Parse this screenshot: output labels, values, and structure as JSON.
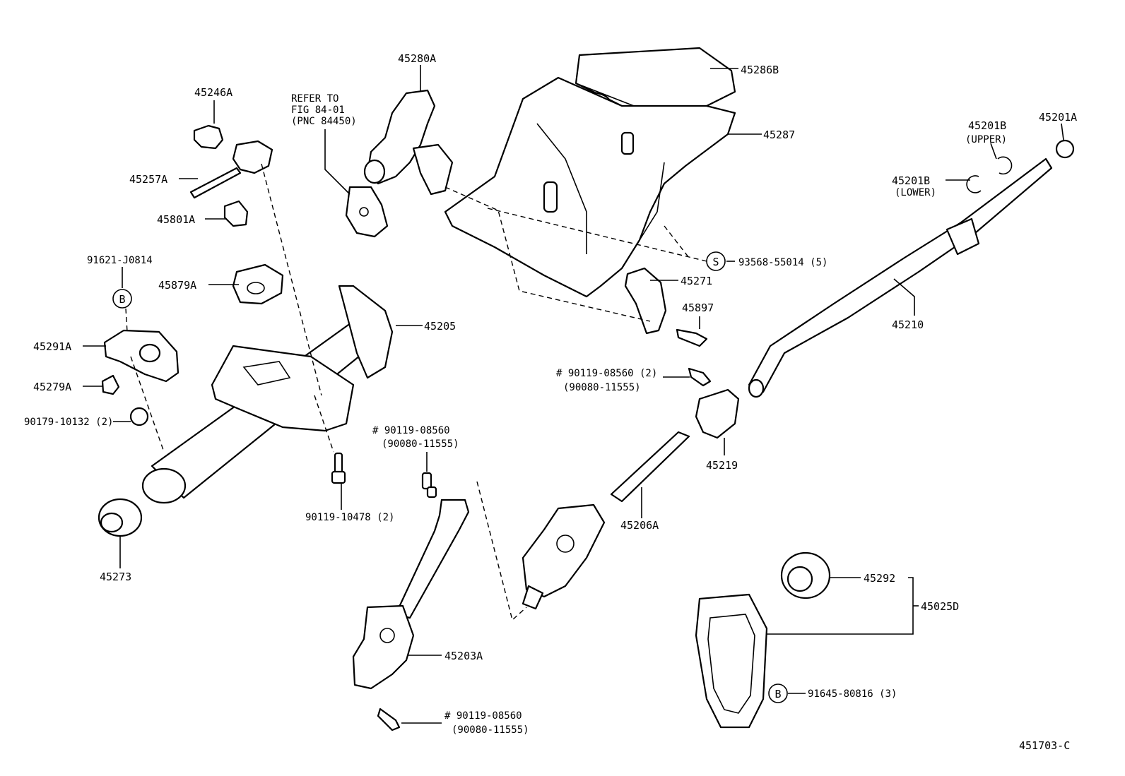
{
  "marks": {
    "s": "S",
    "b": "B"
  },
  "labels": {
    "l45280A": "45280A",
    "l45286B": "45286B",
    "l45246A": "45246A",
    "refer_1": "REFER TO",
    "refer_2": "FIG 84-01",
    "refer_3": "(PNC 84450)",
    "l45201B_upper": "45201B",
    "upper": "(UPPER)",
    "l45201A": "45201A",
    "l45287": "45287",
    "l45257A": "45257A",
    "l45201B_lower": "45201B",
    "lower": "(LOWER)",
    "l45801A": "45801A",
    "l91621": "91621-J0814",
    "l93568": "93568-55014 (5)",
    "l45271": "45271",
    "l45879A": "45879A",
    "l45897": "45897",
    "l45205": "45205",
    "l45210": "45210",
    "l45291A": "45291A",
    "bolt_right_1": "# 90119-08560 (2)",
    "bolt_right_2": "(90080-11555)",
    "l45279A": "45279A",
    "l90179": "90179-10132 (2)",
    "bolt_mid_1": "# 90119-08560",
    "bolt_mid_2": "(90080-11555)",
    "l45219": "45219",
    "l90119_10478": "90119-10478 (2)",
    "l45206A": "45206A",
    "l45273": "45273",
    "l45292": "45292",
    "l45025D": "45025D",
    "l45203A": "45203A",
    "l91645": "91645-80816 (3)",
    "bolt_bot_1": "# 90119-08560",
    "bolt_bot_2": "(90080-11555)",
    "figure_code": "451703-C"
  }
}
